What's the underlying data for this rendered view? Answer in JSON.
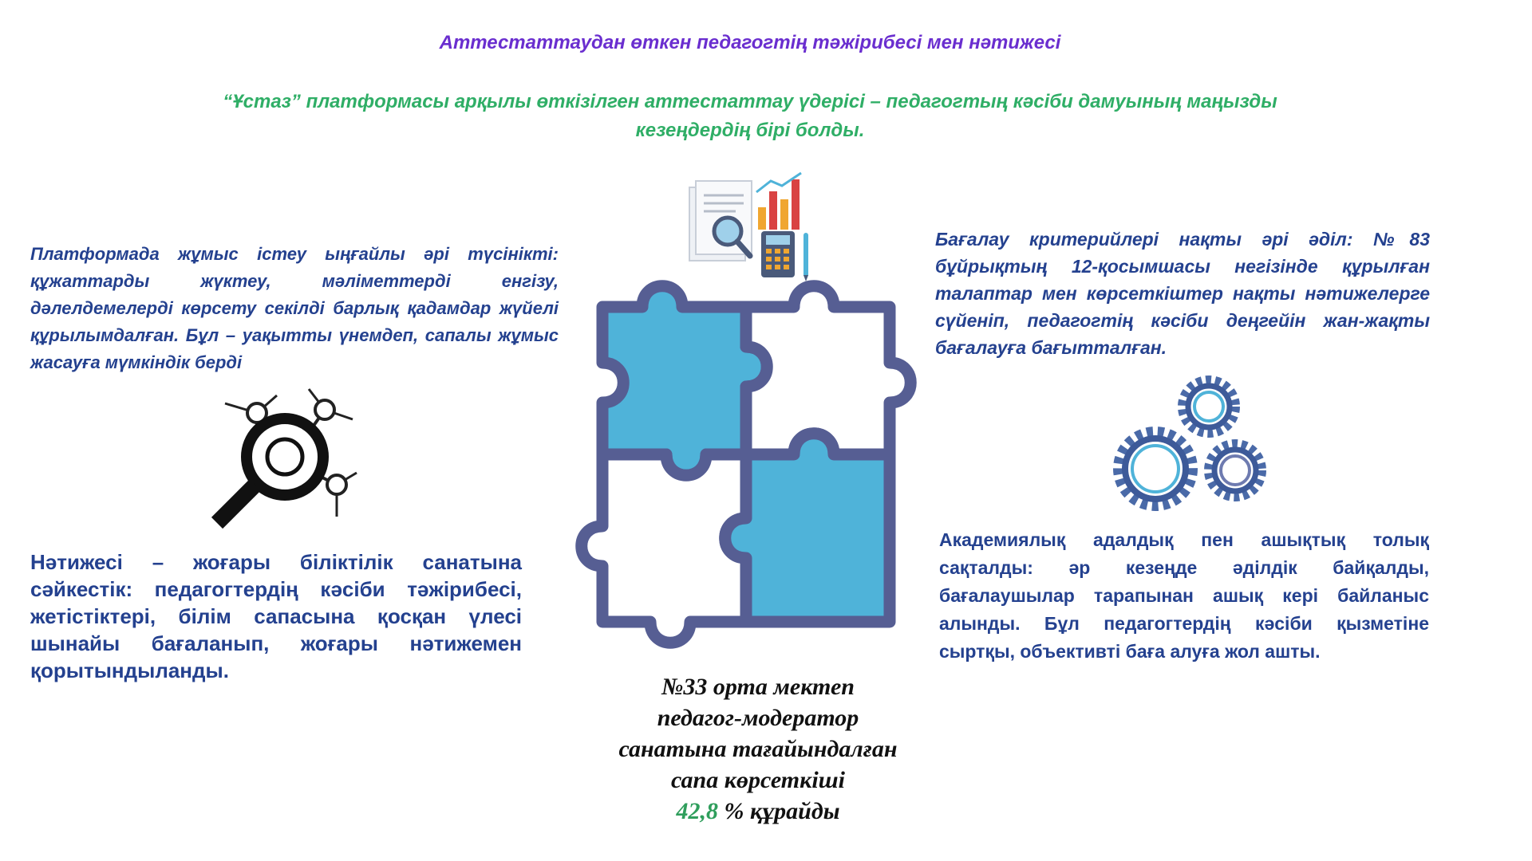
{
  "header": {
    "title": "Аттестаттаудан өткен педагогтің тәжірибесі мен нәтижесі",
    "subtitle": "“Ұстаз” платформасы арқылы өткізілген аттестаттау үдерісі – педагогтың кәсіби дамуының маңызды кезеңдердің бірі болды."
  },
  "left": {
    "top_text": "Платформада жұмыс істеу ыңғайлы әрі түсінікті: құжаттарды жүктеу, мәліметтерді енгізу, дәлелдемелерді көрсету секілді барлық қадамдар жүйелі құрылымдалған. Бұл – уақытты үнемдеп, сапалы жұмыс жасауға мүмкіндік берді",
    "bottom_text": "Нәтижесі – жоғары біліктілік санатына сәйкестік: педагогтердің кәсіби тәжірибесі, жетістіктері, білім сапасына қосқан үлесі шынайы бағаланып, жоғары нәтижемен қорытындыланды."
  },
  "right": {
    "top_text": "Бағалау критерийлері нақты әрі әділ: №83 бұйрықтың 12-қосымшасы негізінде құрылған талаптар мен көрсеткіштер нақты нәтижелерге сүйеніп, педагогтің кәсіби деңгейін жан-жақты бағалауға бағытталған.",
    "bottom_text": "Академиялық адалдық пен ашықтық толық сақталды: әр кезеңде әділдік байқалды, бағалаушылар тарапынан ашық кері байланыс алынды. Бұл педагогтердің кәсіби қызметіне сыртқы, объективті баға алуға жол ашты."
  },
  "center": {
    "line1": "№33 орта мектеп",
    "line2": "педагог-модератор",
    "line3": "санатына тағайындалған",
    "line4": "сапа көрсеткіші",
    "percent": "42,8",
    "suffix": " % құрайды"
  },
  "icons": [
    "analytics-icon",
    "puzzle-icon",
    "magnifier-network-icon",
    "gears-icon"
  ],
  "colors": {
    "title": "#6a2ecf",
    "subtitle": "#2fae66",
    "body_text": "#24418f",
    "puzzle_fill": "#4fb3d9",
    "puzzle_stroke": "#565e93",
    "percent": "#2f9e5c"
  }
}
